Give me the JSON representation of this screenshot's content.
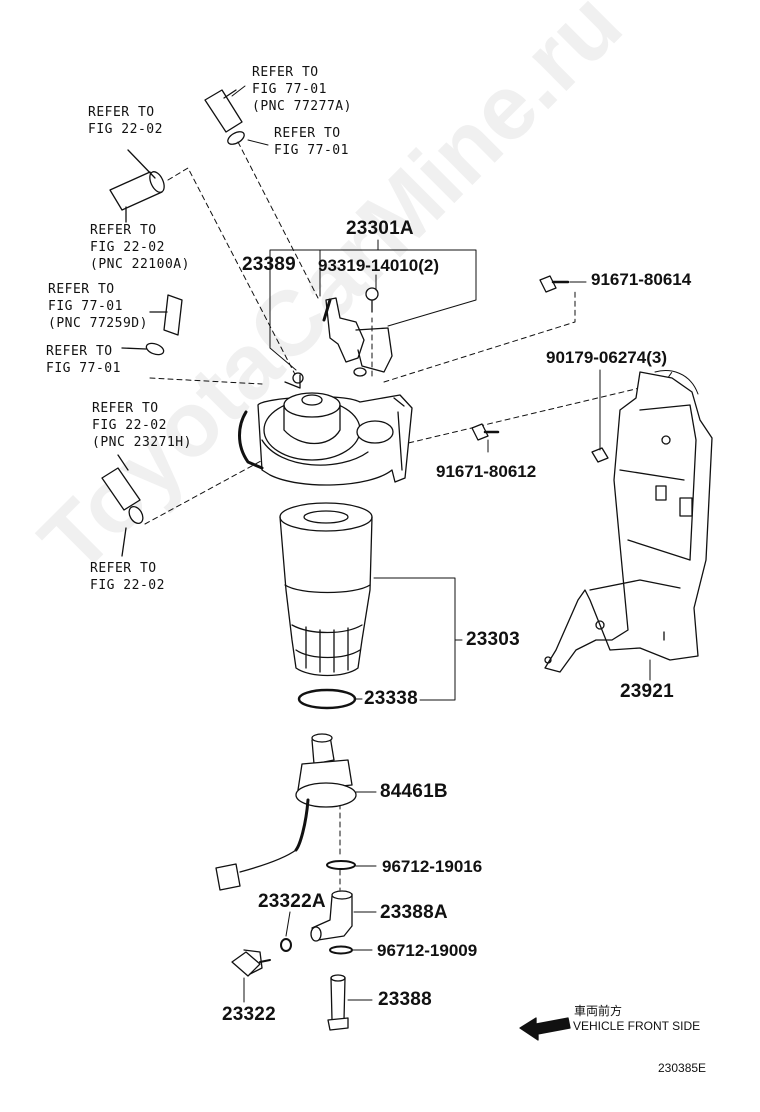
{
  "refs": {
    "r1": [
      "REFER TO",
      "FIG 77-01",
      "(PNC 77277A)"
    ],
    "r2": [
      "REFER TO",
      "FIG 77-01"
    ],
    "r3": [
      "REFER TO",
      "FIG 22-02"
    ],
    "r4": [
      "REFER TO",
      "FIG 22-02",
      "(PNC 22100A)"
    ],
    "r5": [
      "REFER TO",
      "FIG 77-01",
      "(PNC 77259D)"
    ],
    "r6": [
      "REFER TO",
      "FIG 77-01"
    ],
    "r7": [
      "REFER TO",
      "FIG 22-02",
      "(PNC 23271H)"
    ],
    "r8": [
      "REFER TO",
      "FIG 22-02"
    ]
  },
  "parts": {
    "p23301A": "23301A",
    "p23389": "23389",
    "p93319": "93319-14010(2)",
    "p91671_80614": "91671-80614",
    "p90179": "90179-06274(3)",
    "p91671_80612": "91671-80612",
    "p23303": "23303",
    "p23338": "23338",
    "p23921": "23921",
    "p84461B": "84461B",
    "p96712_19016": "96712-19016",
    "p23322A": "23322A",
    "p23388A": "23388A",
    "p96712_19009": "96712-19009",
    "p23388": "23388",
    "p23322": "23322"
  },
  "direction": {
    "jp": "車両前方",
    "en": "VEHICLE FRONT SIDE"
  },
  "figure_code": "230385E",
  "watermark": "ToyotaCarMine.ru"
}
